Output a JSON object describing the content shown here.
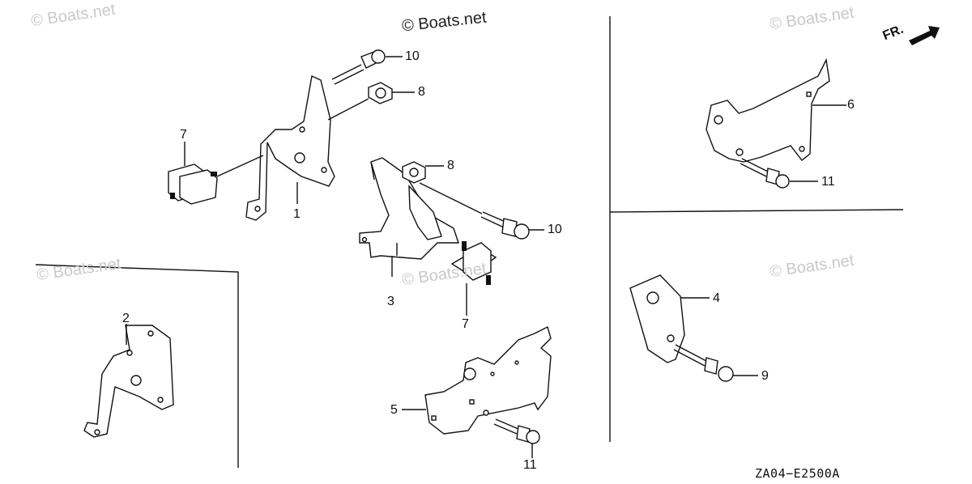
{
  "watermarks": {
    "main": "© Boats.net",
    "faint": "© Boats.net"
  },
  "callouts": [
    {
      "id": "c10a",
      "label": "10"
    },
    {
      "id": "c8a",
      "label": "8"
    },
    {
      "id": "c7a",
      "label": "7"
    },
    {
      "id": "c1",
      "label": "1"
    },
    {
      "id": "c8b",
      "label": "8"
    },
    {
      "id": "c10b",
      "label": "10"
    },
    {
      "id": "c3",
      "label": "3"
    },
    {
      "id": "c7b",
      "label": "7"
    },
    {
      "id": "c2",
      "label": "2"
    },
    {
      "id": "c5",
      "label": "5"
    },
    {
      "id": "c11a",
      "label": "11"
    },
    {
      "id": "c6",
      "label": "6"
    },
    {
      "id": "c11b",
      "label": "11"
    },
    {
      "id": "c4",
      "label": "4"
    },
    {
      "id": "c9",
      "label": "9"
    }
  ],
  "direction": {
    "label": "FR.",
    "icon": "forward-arrow-icon"
  },
  "diagram_code": "ZA04−E2500A"
}
